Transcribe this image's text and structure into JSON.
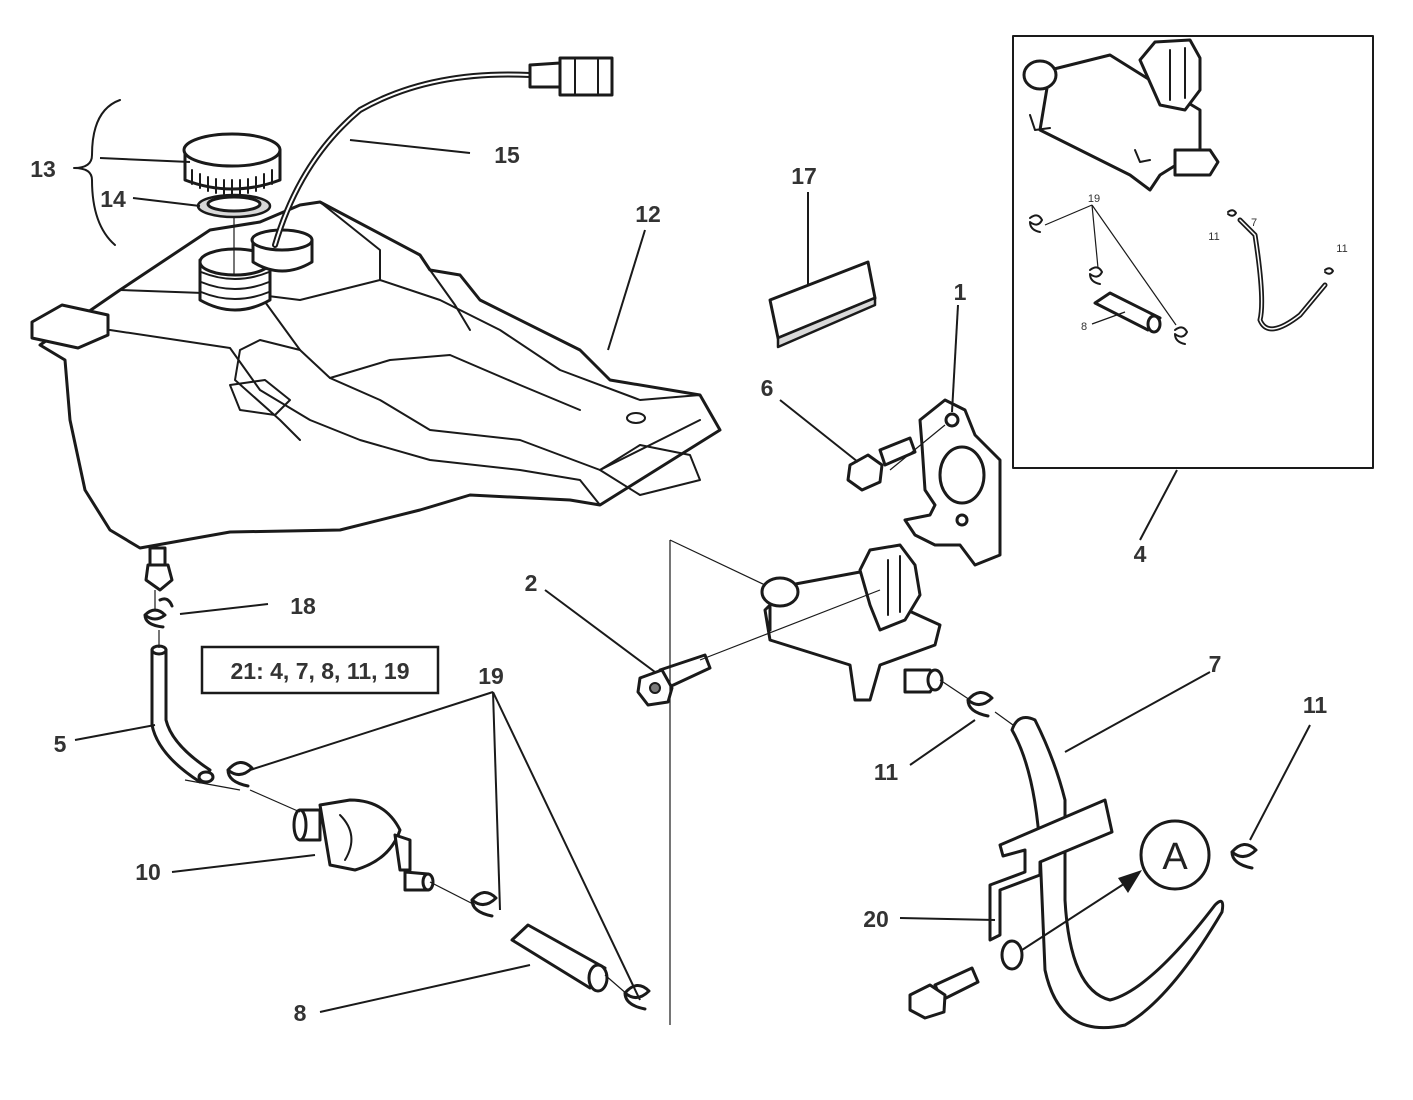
{
  "callouts": {
    "n1": "1",
    "n2": "2",
    "n4": "4",
    "n5": "5",
    "n6": "6",
    "n7": "7",
    "n8": "8",
    "n10": "10",
    "n11a": "11",
    "n11b": "11",
    "n12": "12",
    "n13": "13",
    "n14": "14",
    "n15": "15",
    "n17": "17",
    "n18": "18",
    "n19": "19",
    "n20": "20"
  },
  "inset": {
    "n19": "19",
    "n8": "8",
    "n7": "7",
    "n11a": "11",
    "n11b": "11"
  },
  "kit_note": "21: 4, 7, 8, 11, 19",
  "reference_marker": "A"
}
